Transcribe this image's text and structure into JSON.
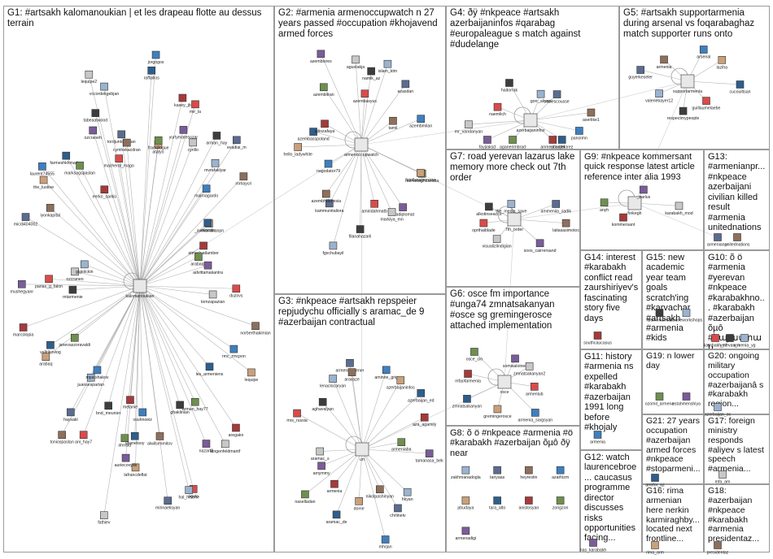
{
  "colors": {
    "edge": "#9c9c9c",
    "border": "#9a9a9a",
    "node_border": "#333333",
    "hub_fill": "#e8e8e8",
    "palette": [
      "#5b6c8f",
      "#8e6f5a",
      "#3f7fbf",
      "#c9a07a",
      "#2e5e8c",
      "#a63a3a",
      "#6f8f4f",
      "#7a5c99",
      "#c7c7c7",
      "#d94b4b",
      "#3d3d3d",
      "#9ab3cf"
    ]
  },
  "groups": [
    {
      "id": "G1",
      "title": "G1: #artsakh kalomanoukian | et les drapeau flotte au dessus terrain"
    },
    {
      "id": "G2",
      "title": "G2: #armenia armenoccupwatch n 27 years passed #occupation #khojavend armed forces"
    },
    {
      "id": "G3",
      "title": "G3: #nkpeace #artsakh repspeier repjudychu officially s aramac_de 9 #azerbaijan contractual"
    },
    {
      "id": "G4",
      "title": "G4: ðÿ #nkpeace #artsakh azerbaijaninfos #qarabag #europaleague s match against #dudelange"
    },
    {
      "id": "G5",
      "title": "G5: #artsakh supportarmenia during arsenal vs foqarabaghaz match supporter runs onto"
    },
    {
      "id": "G6",
      "title": "G6: osce fm importance #unga74 zmnatsakanyan #osce sg gremingerosce attached implementation"
    },
    {
      "id": "G7",
      "title": "G7: road yerevan lazarus lake memory more check out 7th order"
    },
    {
      "id": "G8",
      "title": "G8: õ ö #nkpeace #armenia #ö #karabakh #azerbaijan õµô ðÿ near"
    },
    {
      "id": "G9",
      "title": "G9: #nkpeace kommersant quick response latest article reference inter alia 1993"
    },
    {
      "id": "G10",
      "title": "G10: õ ö #armenia #yerevan #nkpeace #karabakhno... #karabakh #azerbaijan õµô #հայաստան"
    },
    {
      "id": "G11",
      "title": "G11: history #armenia ns expelled #karabakh #azerbaijan 1991 long before #khojaly"
    },
    {
      "id": "G12",
      "title": "G12: watch laurencebroe... caucasus programme director discusses risks opportunities facing..."
    },
    {
      "id": "G13",
      "title": "G13: #armenianpr... #nkpeace azerbaijani civilian killed result #armenia unitednations"
    },
    {
      "id": "G14",
      "title": "G14: interest #karabakh conflict read zaurshiriyev's fascinating story five days"
    },
    {
      "id": "G15",
      "title": "G15: new academic year team goals scratch'ing #karvachar #artsakh #armenia #kids"
    },
    {
      "id": "G16",
      "title": "G16: rima armenian here nerkin karmiraghby... located next frontline..."
    },
    {
      "id": "G17",
      "title": "G17: foreign ministry responds #aliyev s latest speech #armenia..."
    },
    {
      "id": "G18",
      "title": "G18: #azerbaijan #nkpeace #karabakh #armenia presidentaz..."
    },
    {
      "id": "G19",
      "title": "G19: n lower day"
    },
    {
      "id": "G20",
      "title": "G20: ongoing military occupation #azerbaijanâ s #karabakh region..."
    },
    {
      "id": "G21",
      "title": "G21: 27 years occupation #azerbaijan armed forces #nkpeace #stoparmeni..."
    }
  ],
  "nodes": {
    "G1": [
      "kalomanoukian",
      "norberthakimian",
      "rmc_rmcpon",
      "lequipe",
      "les_armeniens",
      "aregakn",
      "arman_hay77",
      "nazarlill",
      "langenfeldmantf",
      "rigolo",
      "ghaklinian",
      "hal_helene",
      "mirinaelisyan",
      "alwilsenmitov",
      "vsuhnoeiz",
      "lafrancdeflat",
      "vasnetsoy",
      "melanie",
      "ahmad",
      "auriecovyde",
      "fathiev",
      "ani_hay7",
      "bnd_meunier",
      "juansespartan",
      "haysakl",
      "toniospaslan",
      "mpatshakov",
      "arabaq",
      "vallrikoviog",
      "marcolopia",
      "janevaszoravaldi",
      "mushegyanr",
      "ozcraneo",
      "parias_g_falon",
      "mtarmenie",
      "gigiolckin",
      "micdi404002",
      "iyonkapital",
      "laurent74555",
      "the_lustine",
      "farmeshkhmadza",
      "eerko_sarkis",
      "marksagspaslan",
      "ozcraneh",
      "lequipe2",
      "macheral_mago",
      "tabeaatwood",
      "vccordekgebjan",
      "tordjuntoarman",
      "cymhekacdran",
      "jorgogos",
      "atatyo",
      "raffaillos",
      "kasey_jb",
      "fraddilogue",
      "yurtymatesozar",
      "cyrillo",
      "mir_la",
      "arman_hay",
      "mvrafaklyar",
      "evadiai_m",
      "mrhaycri",
      "mairnagardo",
      "_avetisnakanpn",
      "xaocitin",
      "atmeduatlamber",
      "arabaq2",
      "advittamakantra",
      "tomzapazian",
      "duzovs"
    ],
    "G2": [
      "armenoccupwatch",
      "rashadaghaszada",
      "azadiplomat",
      "markiya_mn",
      "amiridahmatb",
      "filanahazarli",
      "fgxchubayil",
      "kammunitaliora",
      "azembhdonesia",
      "nagodator79",
      "hello_ladywhite",
      "azembasspoland",
      "juliozafaya",
      "azembitran",
      "azembiores",
      "agustakja",
      "azembasyus",
      "namik_az",
      "islam_ktm",
      "azasdan",
      "tamil",
      "azembmilan",
      "fatullasalyenaze"
    ],
    "G3": [
      "un",
      "hkyan",
      "chrlinetv",
      "nikolpashinyan",
      "mhrjan",
      "dome",
      "aramac_de",
      "armenia",
      "naselladan",
      "amymmy",
      "aramac_s",
      "mrs_russia",
      "aghavalyan",
      "lenaclocaryan",
      "armenia_bener",
      "aravaze",
      "aminne_grig",
      "azerbaijaninfos",
      "azerbaijan_ed",
      "aza_agamily",
      "armeniaba",
      "tamanasa_bek"
    ],
    "G4": [
      "azerbaijaninfos",
      "ariaarbiorez",
      "anmesbodjef",
      "aganerimbrad",
      "fayjiaksd",
      "mr_vandanyan",
      "naemlich",
      "haitorrak",
      "gorr_aliyan",
      "rosiescousse",
      "aserlike1",
      "panoimn"
    ],
    "G5": [
      "supportarmenia",
      "guillaumelaebe",
      "respectmypeople",
      "valeriebayer12",
      "guyerkeseler",
      "armenia",
      "arsenal",
      "laziha",
      "cucouiltsan"
    ],
    "G6": [
      "osce",
      "armenia_sargsyan",
      "gremingerosce",
      "zmnatsakanyan",
      "mfaofarmenia",
      "osce_cio",
      "somisaloinen",
      "zmnatsakanyan2",
      "armenlub"
    ],
    "G7": [
      "7th_order",
      "soos_cairrersand",
      "visualizlindigian",
      "oprthaiblade",
      "alkotinseaccs",
      "the_media_save",
      "ammeniia_sadik",
      "laitasasimotoc"
    ],
    "G8": [
      "zakhmanadogla",
      "tanyaas",
      "heyrestin",
      "azarhizm",
      "pbudaya",
      "tara_alto",
      "anistosyan",
      "zorigzon",
      "armenadigi"
    ],
    "G9": [
      "hnkegh",
      "kommersant",
      "anyh",
      "_zarlus",
      "karabakh_mod"
    ],
    "G10": [
      "karabakh_nf",
      "yerevan_n",
      "armenia_yg"
    ],
    "G11": [
      "armenia"
    ],
    "G12": [
      "nas_karabakh"
    ],
    "G13": [
      "armenianpr",
      "unitednations"
    ],
    "G14": [
      "southcaucasus"
    ],
    "G15": [
      "tsomnnarmat",
      "nouneworkshops"
    ],
    "G16": [
      "rima_arm"
    ],
    "G17": [
      "mfa_am"
    ],
    "G18": [
      "presidentaz"
    ],
    "G19": [
      "ozomil_armena",
      "estahmenshiya"
    ],
    "G20": [
      "azerbaijan_oc"
    ],
    "G21": [
      "armfor_az"
    ]
  }
}
